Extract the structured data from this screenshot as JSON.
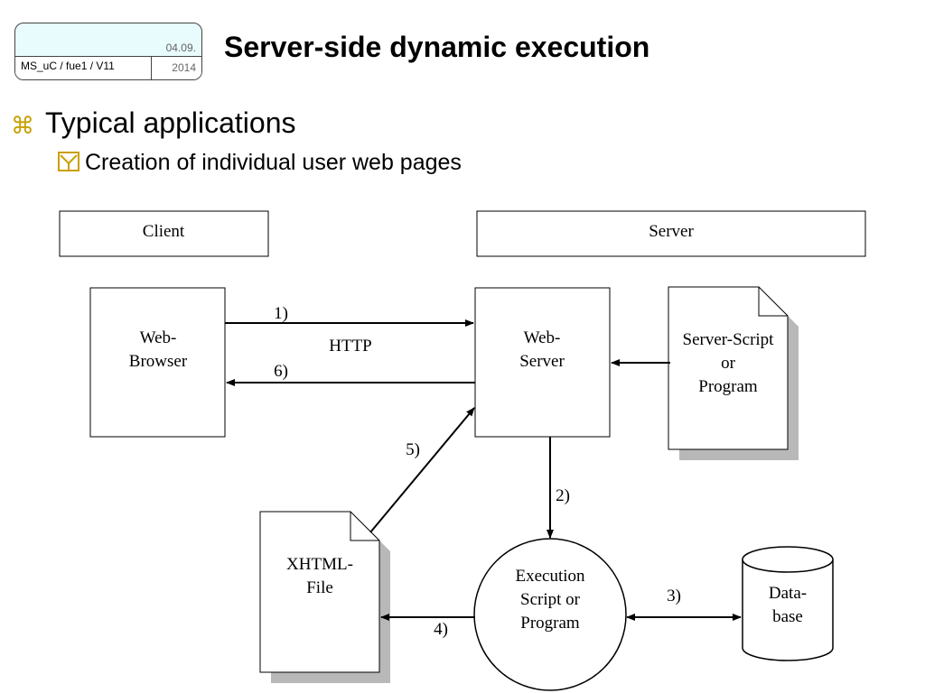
{
  "header": {
    "course": "MS_uC / fue1 / V11",
    "date_top": "04.09.",
    "date_bottom": "2014",
    "title": "Server-side dynamic execution"
  },
  "bullets": [
    {
      "level": 1,
      "text": "Typical applications",
      "icon": "command-key-icon"
    },
    {
      "level": 2,
      "text": "Creation of individual user web pages",
      "icon": "y-checkbox-icon"
    }
  ],
  "diagram": {
    "zones": {
      "client": "Client",
      "server": "Server"
    },
    "nodes": {
      "browser": [
        "Web-",
        "Browser"
      ],
      "webserver": [
        "Web-",
        "Server"
      ],
      "script": [
        "Server-Script",
        "or",
        "Program"
      ],
      "xhtml": [
        "XHTML-",
        "File"
      ],
      "execution": [
        "Execution",
        "Script or",
        "Program"
      ],
      "database": [
        "Data-",
        "base"
      ]
    },
    "edges": {
      "step1": "1)",
      "protocol": "HTTP",
      "step6": "6)",
      "step5": "5)",
      "step2": "2)",
      "step3": "3)",
      "step4": "4)"
    }
  }
}
